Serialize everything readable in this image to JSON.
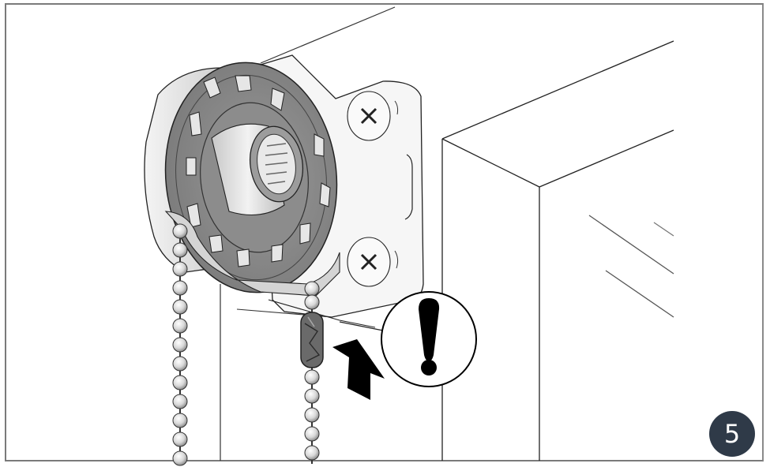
{
  "figure": {
    "kind": "assembly-instruction-illustration",
    "step_number": "5",
    "badge_color": "#2f3a48",
    "badge_text_color": "#ffffff",
    "frame_color": "#7a7a7a",
    "components": [
      {
        "name": "roller-blind-control-mechanism",
        "description": "chain-drive clutch wheel mounted on bracket"
      },
      {
        "name": "mounting-bracket",
        "description": "bracket with two Phillips screws"
      },
      {
        "name": "bead-chain",
        "description": "ball chain hanging from both sides"
      },
      {
        "name": "chain-connector-stop",
        "description": "connector clip on the right chain strand"
      },
      {
        "name": "up-arrow",
        "description": "black arrow indicating pushing connector upward"
      },
      {
        "name": "warning-callout",
        "description": "circle with exclamation mark"
      },
      {
        "name": "window-frame",
        "description": "outlined window box"
      }
    ],
    "warning_symbol": "!"
  }
}
